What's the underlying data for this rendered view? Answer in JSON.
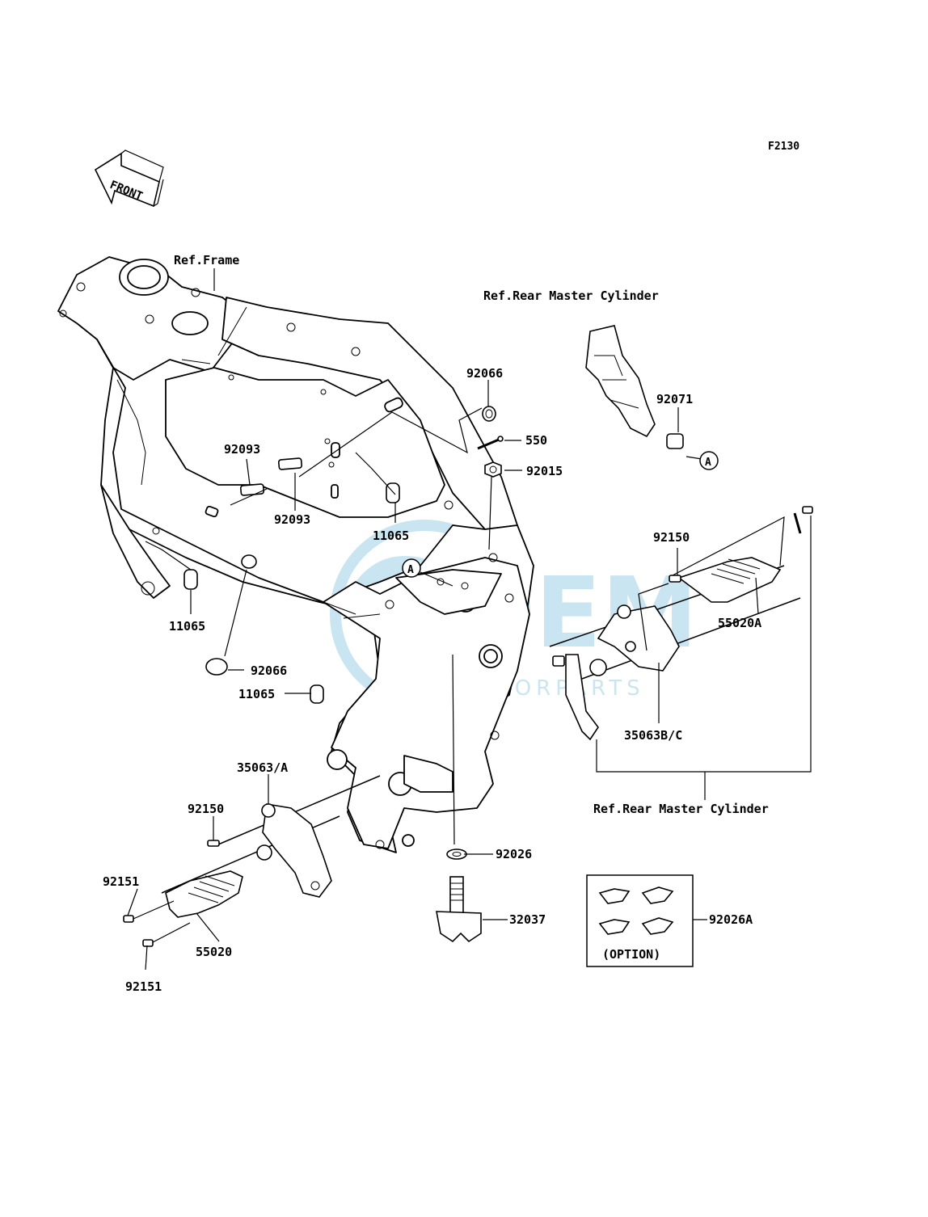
{
  "diagram_code": "F2130",
  "front_arrow_label": "FRONT",
  "watermark": {
    "brand": "OEM",
    "sub": "MOTORPARTS",
    "color": "#9fd0e8"
  },
  "callout_letter": "A",
  "labels": {
    "ref_frame": "Ref.Frame",
    "ref_rear_master_top": "Ref.Rear Master Cylinder",
    "ref_rear_master_bottom": "Ref.Rear Master Cylinder",
    "p92066_top": "92066",
    "p550": "550",
    "p92015": "92015",
    "p92071": "92071",
    "p92093_upper": "92093",
    "p92093_lower": "92093",
    "p11065_mid": "11065",
    "p11065_left": "11065",
    "p92066_left": "92066",
    "p11065_lower": "11065",
    "p92150_right": "92150",
    "p55020A": "55020A",
    "p35063BC": "35063B/C",
    "p35063A": "35063/A",
    "p92150_left": "92150",
    "p92151_top": "92151",
    "p92151_bottom": "92151",
    "p55020": "55020",
    "p92026": "92026",
    "p32037": "32037",
    "p92026A": "92026A",
    "option": "(OPTION)"
  }
}
